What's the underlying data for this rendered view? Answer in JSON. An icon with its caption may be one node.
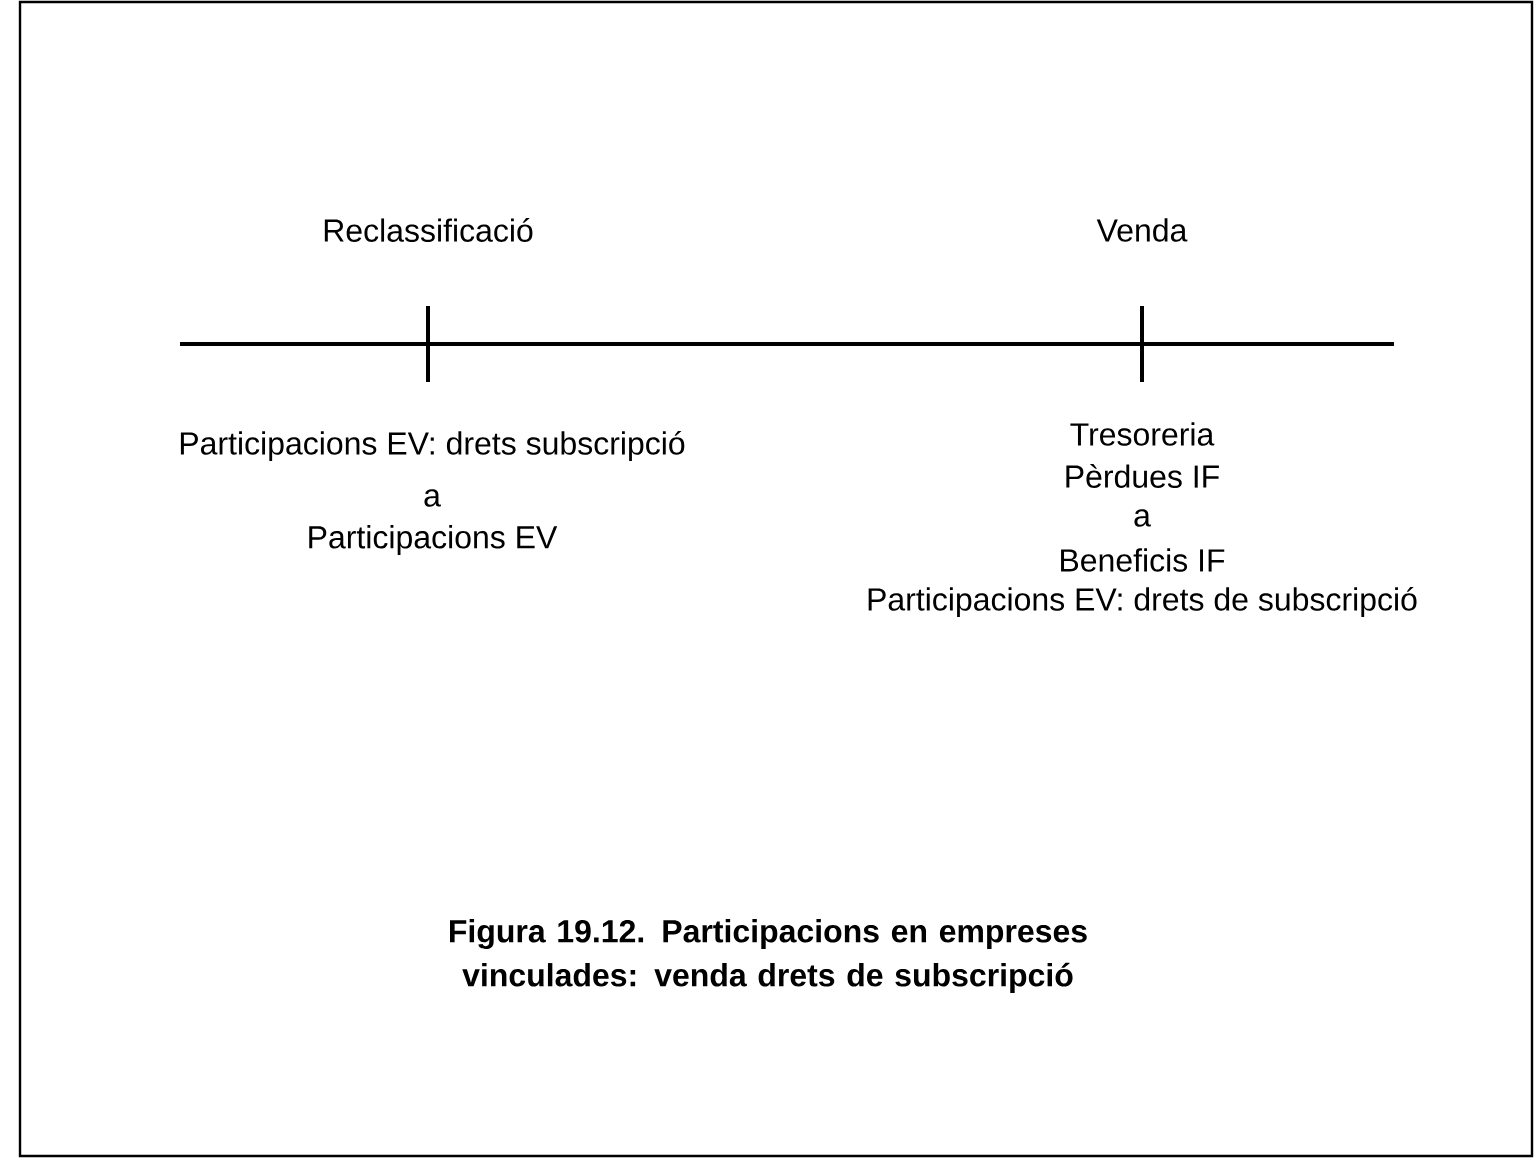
{
  "diagram": {
    "caption": "Figura 19.12. Participacions en empreses vinculades: venda drets de subscripció",
    "labels": [
      "Reclassificació",
      "Venda",
      "Participacions EV: drets subscripció",
      "a",
      "Participacions EV",
      "Tresoreria",
      "Pèrdues IF",
      "a",
      "Beneficis IF",
      "Participacions EV: drets de subscripció"
    ]
  }
}
